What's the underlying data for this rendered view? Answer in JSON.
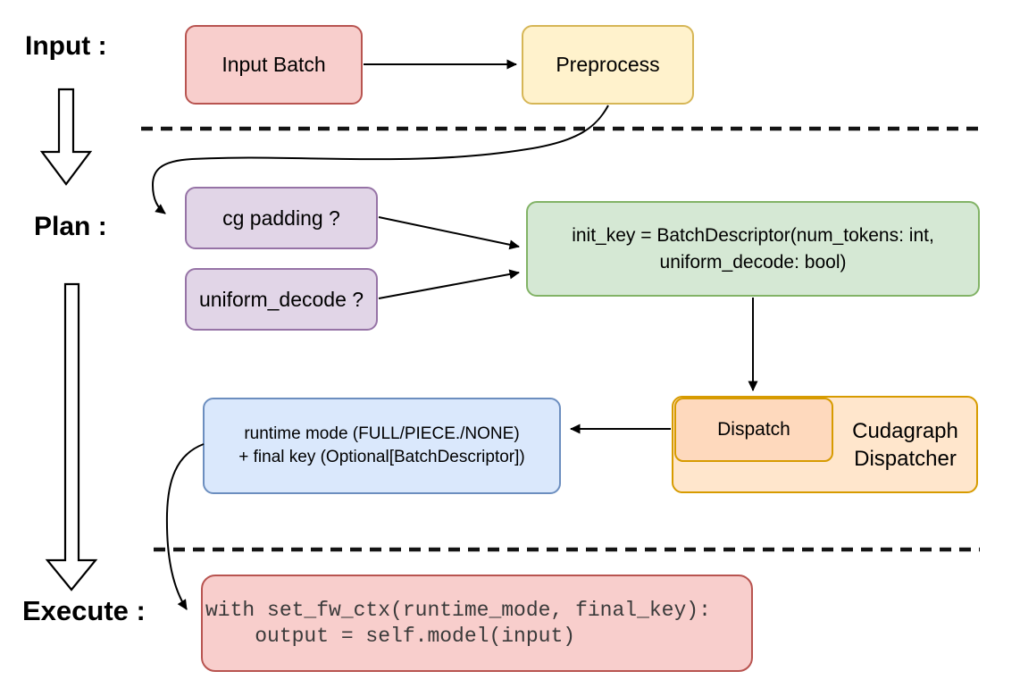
{
  "stage_labels": {
    "input": "Input :",
    "plan": "Plan :",
    "execute": "Execute :"
  },
  "nodes": {
    "input_batch": {
      "label": "Input Batch",
      "fill": "#f8cecc",
      "border": "#b85450"
    },
    "preprocess": {
      "label": "Preprocess",
      "fill": "#fff2cc",
      "border": "#d6b656"
    },
    "cg_padding": {
      "label": "cg padding ?",
      "fill": "#e1d5e7",
      "border": "#9673a6"
    },
    "uniform_decode": {
      "label": "uniform_decode ?",
      "fill": "#e1d5e7",
      "border": "#9673a6"
    },
    "init_key": {
      "line1": "init_key = BatchDescriptor(num_tokens: int,",
      "line2": "uniform_decode: bool)",
      "fill": "#d5e8d4",
      "border": "#82b366"
    },
    "dispatch": {
      "label": "Dispatch",
      "fill": "#fed9bd",
      "border": "#d79b00"
    },
    "cudagraph_dispatcher": {
      "line1": "Cudagraph",
      "line2": "Dispatcher",
      "fill": "#ffe6cc",
      "border": "#d79b00"
    },
    "runtime_mode": {
      "line1": "runtime mode (FULL/PIECE./NONE)",
      "line2": "+ final key (Optional[BatchDescriptor])",
      "fill": "#dae8fc",
      "border": "#6c8ebf"
    },
    "execute_code": {
      "line1": "with set_fw_ctx(runtime_mode, final_key):",
      "line2": "    output = self.model(input)",
      "fill": "#f8cecc",
      "border": "#b85450"
    }
  },
  "edges": [
    {
      "from": "input-batch",
      "to": "preprocess"
    },
    {
      "from": "preprocess",
      "to": "cg-padding"
    },
    {
      "from": "cg-padding",
      "to": "init-key"
    },
    {
      "from": "uniform-decode",
      "to": "init-key"
    },
    {
      "from": "init-key",
      "to": "dispatch"
    },
    {
      "from": "dispatch",
      "to": "runtime-mode"
    },
    {
      "from": "runtime-mode",
      "to": "execute-code"
    }
  ],
  "separators": {
    "count": 2,
    "style": "dashed-black"
  },
  "colors": {
    "background": "#ffffff",
    "connector": "#000000",
    "code_text": "#3a3a3a"
  }
}
